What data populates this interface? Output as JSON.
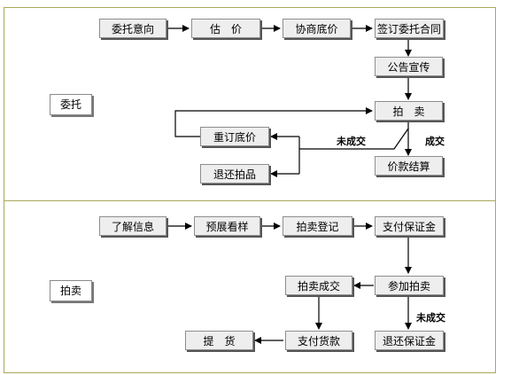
{
  "entrust": {
    "label": "委托",
    "steps": {
      "intent": "委托意向",
      "appraisal": "估　价",
      "reserve": "协商底价",
      "contract": "签订委托合同",
      "publicity": "公告宣传",
      "auction": "拍　卖",
      "settlement": "价款结算",
      "reset_reserve": "重订底价",
      "return_item": "退还拍品"
    },
    "edges": {
      "deal": "成交",
      "no_deal": "未成交"
    }
  },
  "auction": {
    "label": "拍卖",
    "steps": {
      "info": "了解信息",
      "preview": "预展看样",
      "register": "拍卖登记",
      "deposit": "支付保证金",
      "join": "参加拍卖",
      "deal": "拍卖成交",
      "refund": "退还保证金",
      "pay": "支付货款",
      "pickup": "提　货"
    },
    "edges": {
      "no_deal": "未成交"
    }
  }
}
